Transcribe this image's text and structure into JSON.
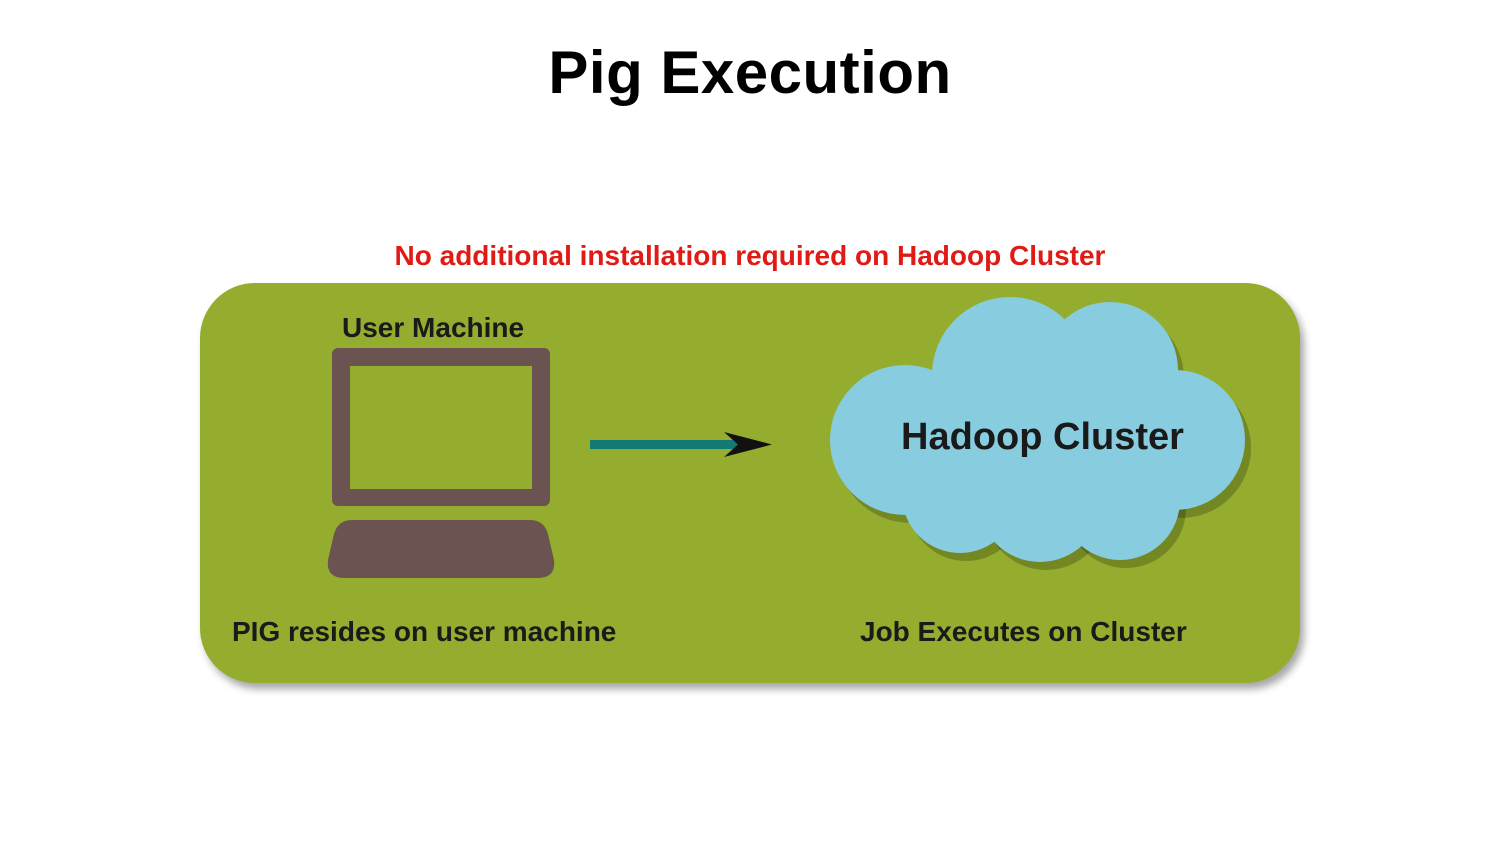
{
  "slide": {
    "title": "Pig Execution",
    "note": "No additional installation required on Hadoop Cluster"
  },
  "diagram": {
    "user_machine_label": "User Machine",
    "user_machine_caption": "PIG resides on user machine",
    "cluster_label": "Hadoop Cluster",
    "cluster_caption": "Job Executes on Cluster",
    "icons": [
      "computer-icon",
      "arrow-icon",
      "cloud-icon"
    ]
  },
  "colors": {
    "panel": "#94ad2e",
    "note": "#e01b16",
    "computer": "#6a5350",
    "screen": "#94ad2e",
    "arrow_line": "#127a72",
    "arrow_head": "#111111",
    "cloud": "#87cddf"
  }
}
